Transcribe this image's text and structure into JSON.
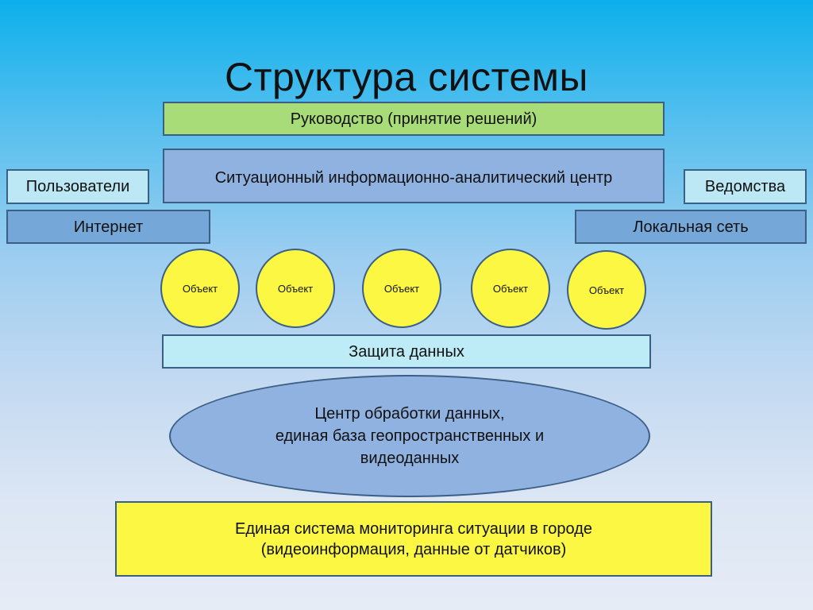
{
  "title": "Структура системы",
  "leadership": "Руководство (принятие решений)",
  "situational_center": "Ситуационный информационно-аналитический центр",
  "users": "Пользователи",
  "agencies": "Ведомства",
  "internet": "Интернет",
  "local_network": "Локальная сеть",
  "objects": [
    "Объект",
    "Объект",
    "Объект",
    "Объект",
    "Объект"
  ],
  "data_protection": "Защита данных",
  "processing_center": {
    "line1": "Центр обработки данных,",
    "line2": "единая база геопространственных и",
    "line3": "видеоданных"
  },
  "monitoring": {
    "line1": "Единая система мониторинга ситуации в городе",
    "line2": "(видеоинформация, данные от датчиков)"
  },
  "colors": {
    "leadership": "#a8dc78",
    "center": "#8fb2e1",
    "objects": "#fbf742",
    "monitoring": "#fbf742",
    "border": "#3c5f86"
  }
}
